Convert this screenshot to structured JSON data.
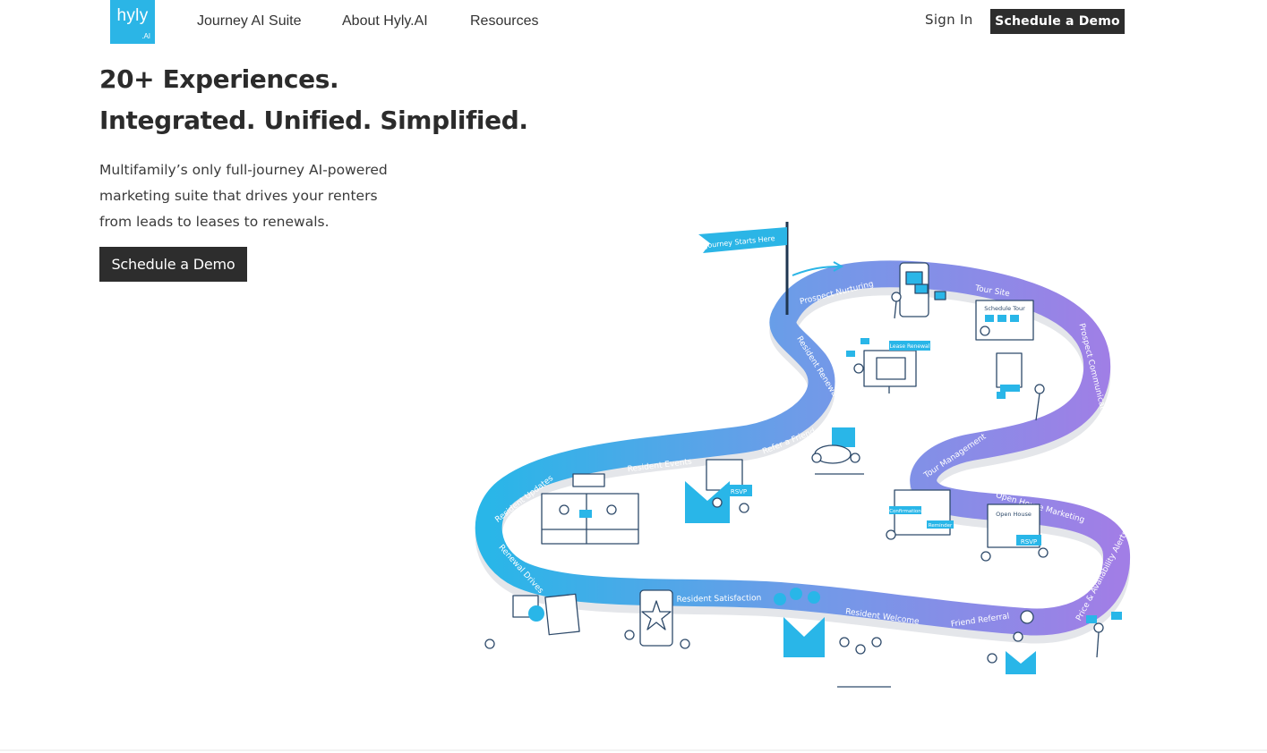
{
  "brand": {
    "name": "hyly",
    "suffix": ".AI",
    "color": "#2bb5e6"
  },
  "nav": {
    "items": [
      "Journey AI Suite",
      "About Hyly.AI",
      "Resources"
    ]
  },
  "header": {
    "sign_in": "Sign In",
    "cta": "Schedule a Demo"
  },
  "hero": {
    "headline_line1": "20+ Experiences.",
    "headline_line2": "Integrated. Unified. Simplified.",
    "description": "Multifamily’s only full-journey AI-powered marketing suite that drives your renters from leads to leases to renewals.",
    "cta": "Schedule a Demo"
  },
  "journey_map": {
    "flag_label": "Journey Starts Here",
    "stages": [
      "Prospect Nurturing",
      "Tour Site",
      "Prospect Communication",
      "Resident Renewal",
      "Refer a Friend",
      "Tour Management",
      "Resident Events",
      "Resident Updates",
      "Open House Marketing",
      "Price & Availability Alerts",
      "Renewal Drives",
      "Resident Satisfaction",
      "Resident Welcome",
      "Friend Referral"
    ],
    "callouts": [
      "Lease Renewal",
      "Schedule Tour",
      "RSVP",
      "RSVP",
      "Open House",
      "Confirmation",
      "Reminder"
    ],
    "colors": {
      "blue": "#29b6e8",
      "mid": "#6f9be8",
      "purple": "#a17ee6"
    }
  }
}
